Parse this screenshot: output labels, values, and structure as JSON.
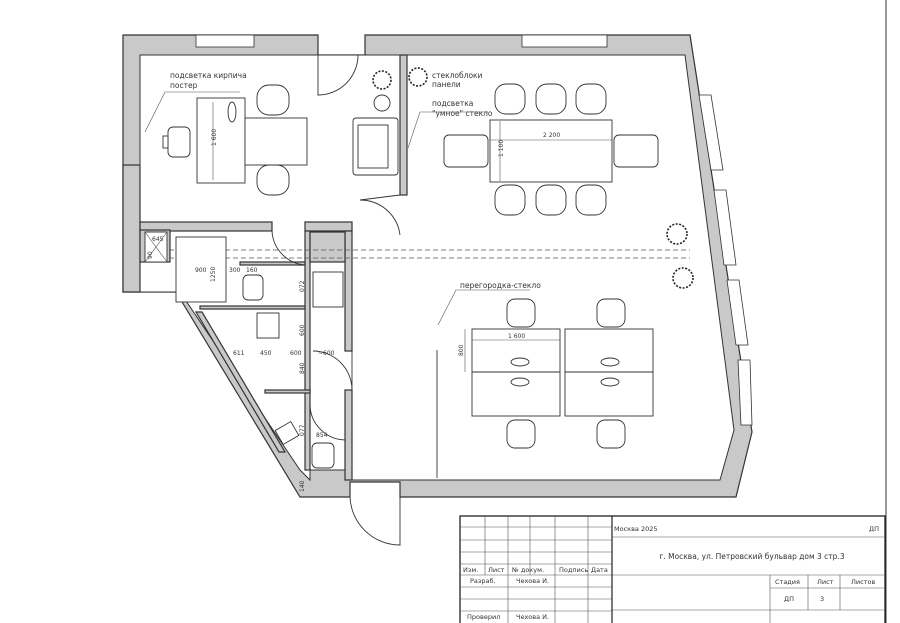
{
  "labels": {
    "brick_lighting": "подсветка кирпича",
    "poster": "постер",
    "glass_blocks_1": "стеклоблоки",
    "glass_blocks_2": "панели",
    "glass_blocks_3": "подсветка",
    "glass_blocks_4": "\"умное\" стекло",
    "glass_partition": "перегородка-стекло"
  },
  "dimensions": {
    "office_desk": "1 600",
    "meeting_table_length": "2 200",
    "meeting_table_width": "1 100",
    "workstation_length": "1 600",
    "workstation_depth": "800",
    "d645": "645",
    "d90": "90",
    "d900": "900",
    "d1250": "1250",
    "d300": "300",
    "d160": "160",
    "d072": "072",
    "d600v": "600",
    "d611": "611",
    "d450": "450",
    "d600a": "600",
    "d600b": "~600",
    "d840": "840",
    "d077": "077",
    "d854": "854",
    "d140": "140"
  },
  "title_block": {
    "headers": [
      "Изм.",
      "Лист",
      "№ докум.",
      "Подпись",
      "Дата"
    ],
    "developed_label": "Разраб.",
    "developed_name": "Чехова И.",
    "checked_label": "Проверил",
    "checked_name": "Чехова И.",
    "city_year": "Москва 2025",
    "code": "ДП",
    "address": "г. Москва, ул. Петровский бульвар дом 3 стр.3",
    "stage_label": "Стадия",
    "sheet_label": "Лист",
    "sheets_label": "Листов",
    "stage_value": "ДП",
    "sheet_value": "3"
  }
}
